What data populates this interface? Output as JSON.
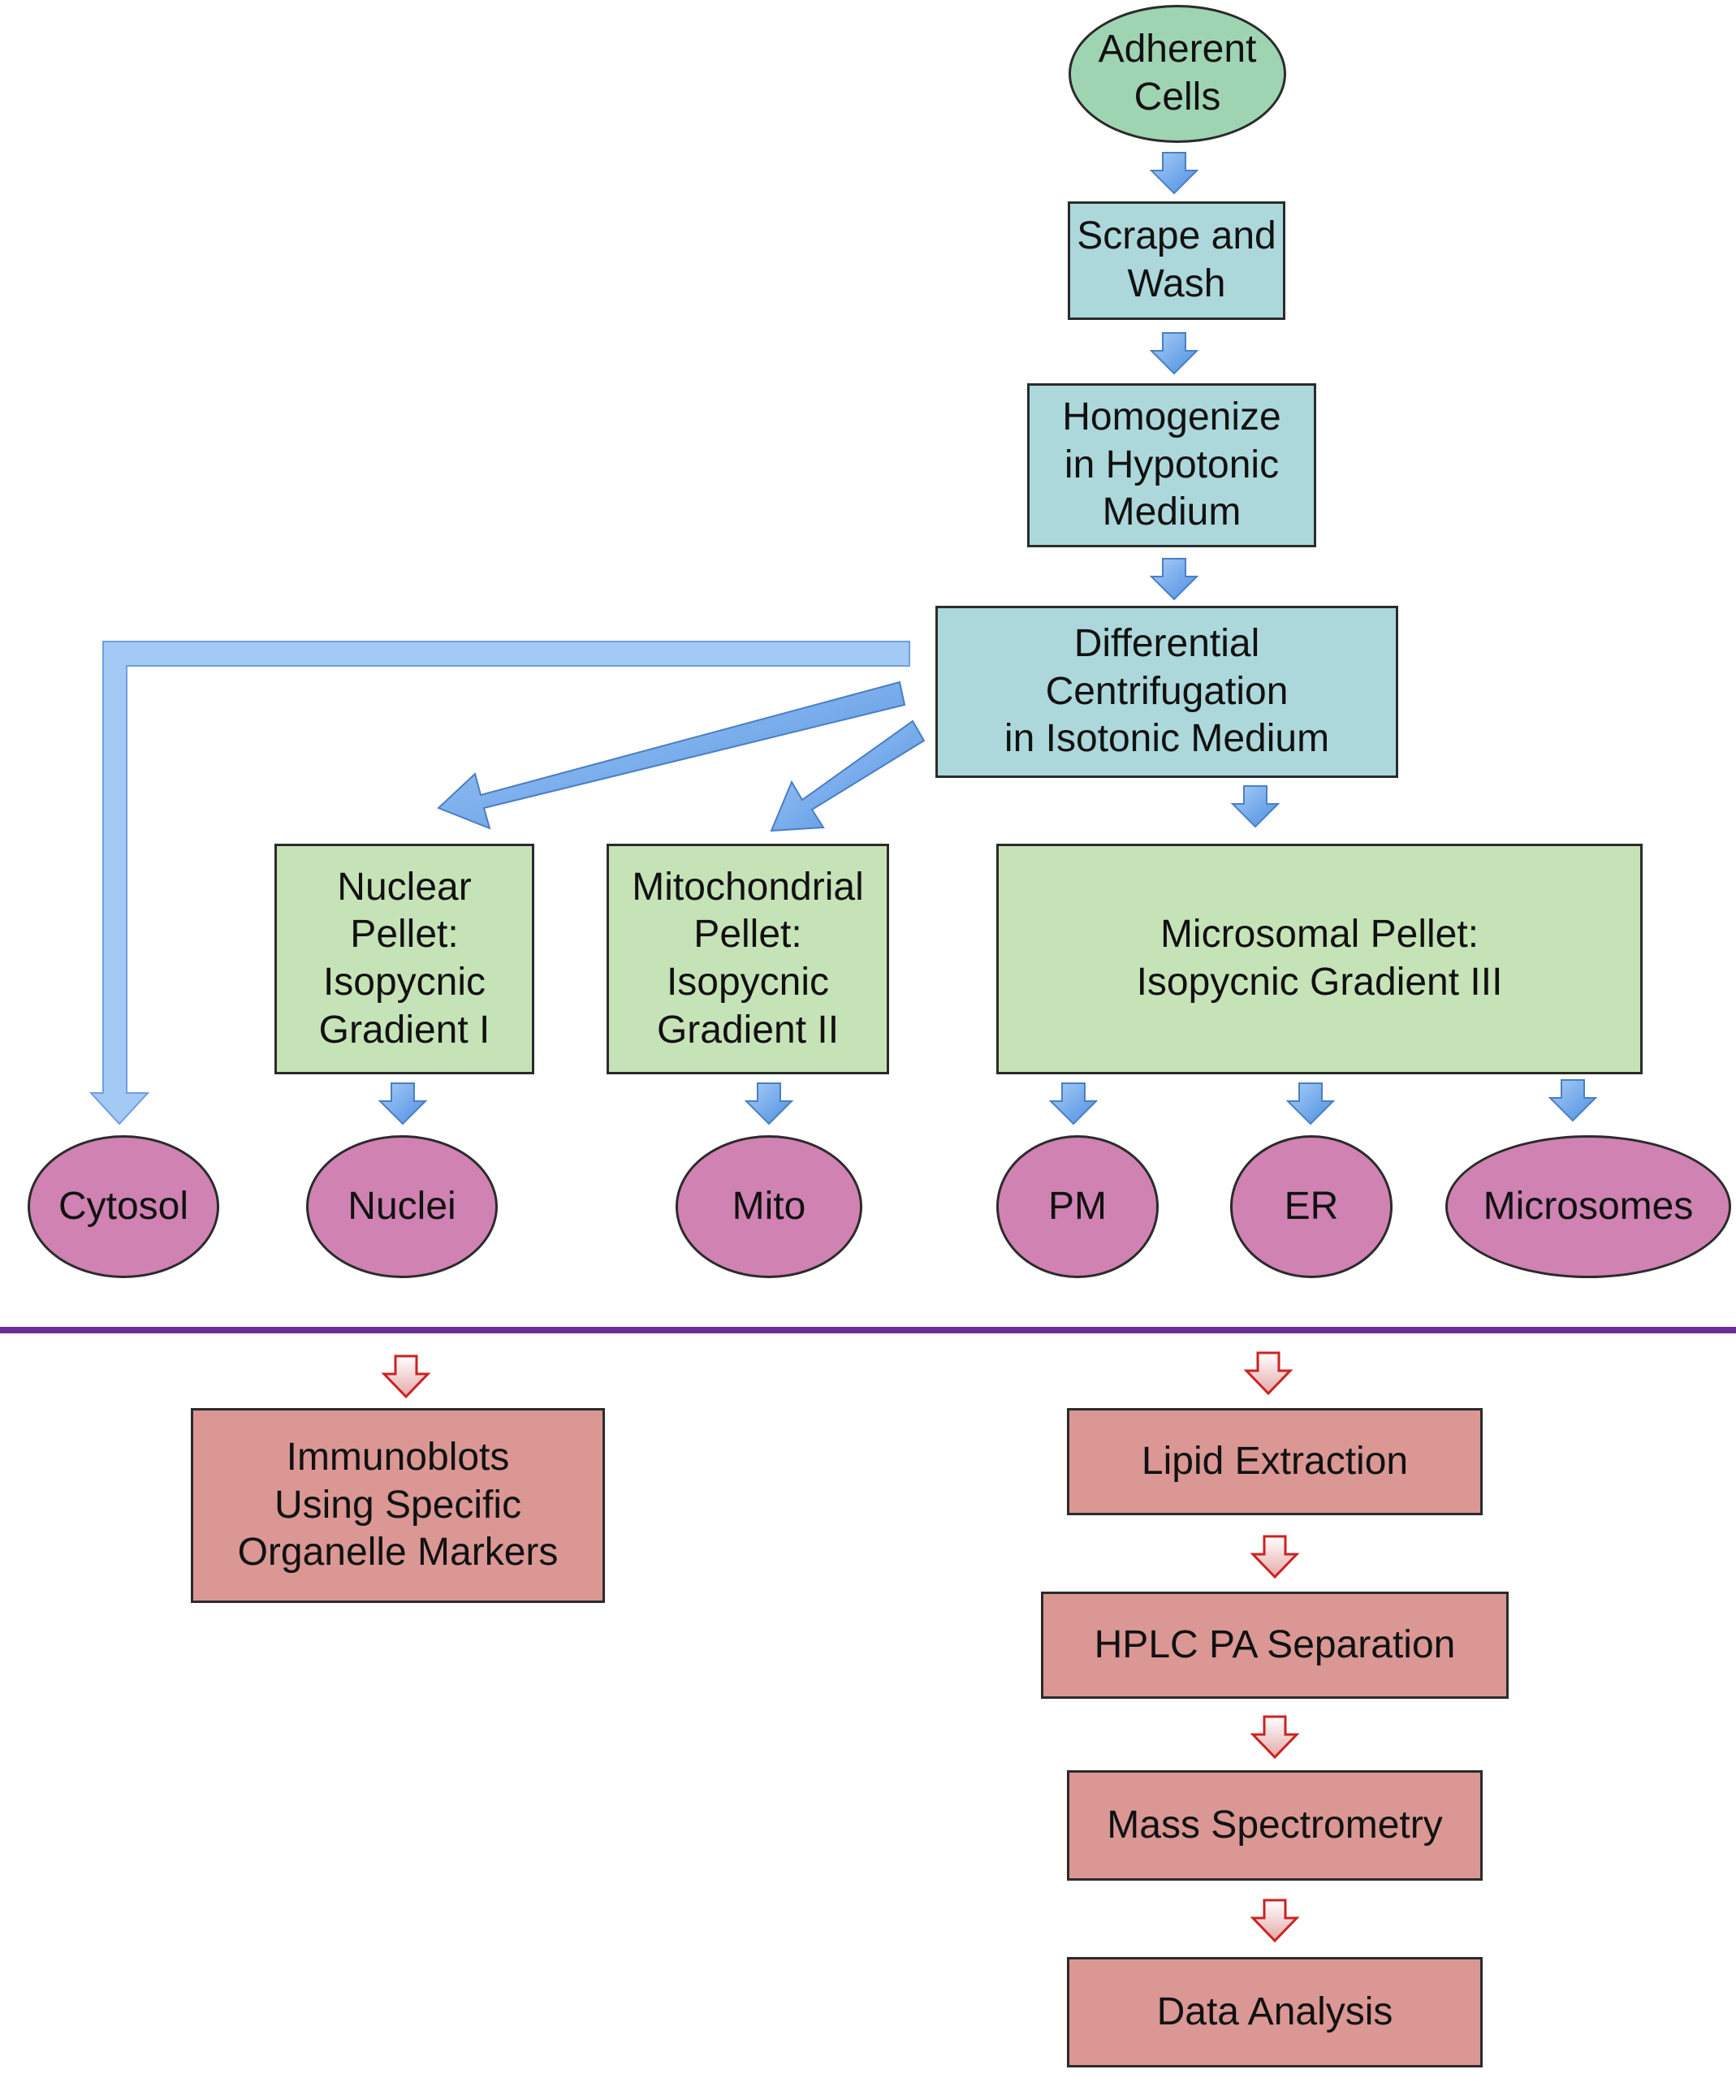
{
  "colors": {
    "start": "#9fd4b3",
    "process": "#acd8db",
    "pellet": "#c6e3b8",
    "fraction": "#d082b3",
    "analysis": "#da9794",
    "separator": "#6a2d96",
    "flow_arrow": "#6fa6ea",
    "analysis_arrow": "#e4b6b5",
    "analysis_arrow_outline": "#cc2222"
  },
  "steps": {
    "adherent_cells": "Adherent\nCells",
    "scrape_wash": "Scrape and\nWash",
    "homogenize": "Homogenize\nin Hypotonic\nMedium",
    "differential": "Differential\nCentrifugation\nin Isotonic Medium"
  },
  "pellets": {
    "nuclear": "Nuclear\nPellet:\nIsopycnic\nGradient I",
    "mitochondrial": "Mitochondrial\nPellet:\nIsopycnic\nGradient II",
    "microsomal": "Microsomal Pellet:\nIsopycnic Gradient III"
  },
  "fractions": {
    "cytosol": "Cytosol",
    "nuclei": "Nuclei",
    "mito": "Mito",
    "pm": "PM",
    "er": "ER",
    "microsomes": "Microsomes"
  },
  "analysis": {
    "immunoblots": "Immunoblots\nUsing Specific\nOrganelle Markers",
    "lipid_extraction": "Lipid Extraction",
    "hplc": "HPLC PA Separation",
    "mass_spec": "Mass Spectrometry",
    "data_analysis": "Data Analysis"
  }
}
